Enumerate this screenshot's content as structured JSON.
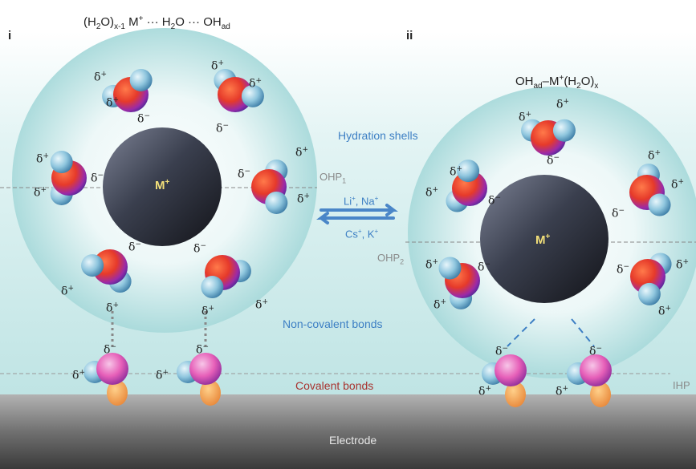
{
  "panel_i": {
    "label": "i",
    "formula": {
      "p1": "(H",
      "s1": "2",
      "p2": "O)",
      "s2": "x-1",
      "p3": " M",
      "sup1": "+",
      "p4": " ··· H",
      "s3": "2",
      "p5": "O ··· OH",
      "s4": "ad"
    },
    "ion": {
      "base": "M",
      "sup": "+"
    }
  },
  "panel_ii": {
    "label": "ii",
    "formula": {
      "p1": "OH",
      "s1": "ad",
      "p2": "–M",
      "sup1": "+",
      "p3": "(H",
      "s2": "2",
      "p4": "O)",
      "s3": "x"
    },
    "ion": {
      "base": "M",
      "sup": "+"
    }
  },
  "labels": {
    "hydration_shells": "Hydration shells",
    "non_covalent_bonds": "Non-covalent bonds",
    "covalent_bonds": "Covalent bonds",
    "electrode": "Electrode",
    "ihp": "IHP",
    "ohp1": {
      "base": "OHP",
      "sub": "1"
    },
    "ohp2": {
      "base": "OHP",
      "sub": "2"
    }
  },
  "cations": {
    "top": {
      "a": "Li",
      "a_sup": "+",
      "sep": ", ",
      "b": "Na",
      "b_sup": "+"
    },
    "bottom": {
      "a": "Cs",
      "a_sup": "+",
      "sep": ", ",
      "b": "K",
      "b_sup": "+"
    }
  },
  "charges": {
    "delta": "δ",
    "plus": "+",
    "minus": "−"
  },
  "colors": {
    "electrolyte": "#bfe4e4",
    "shell": "#a9dadb",
    "electrode": "#8c8c8c",
    "arrow": "#4a86c8",
    "oxygen": "#e63a2a",
    "hydrogen": "#8fc6de",
    "adsorbate": "#e65fb8",
    "ion": "#3a3f4e"
  }
}
